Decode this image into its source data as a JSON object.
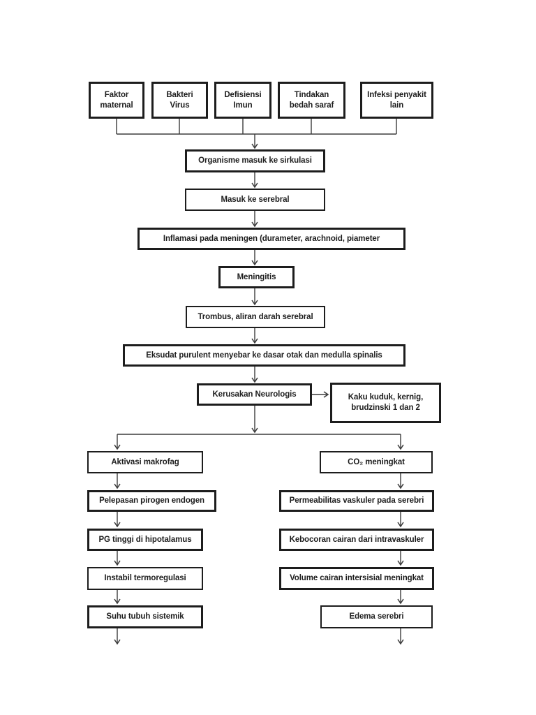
{
  "colors": {
    "page_background": "#ffffff",
    "box_border": "#1d1d1d",
    "text": "#1d1d1d",
    "connector_line": "#3b3b3b"
  },
  "nodes": {
    "faktor_maternal": "Faktor maternal",
    "bakteri_virus": "Bakteri Virus",
    "defisiensi_imun": "Defisiensi Imun",
    "tindakan_bedah_saraf": "Tindakan bedah saraf",
    "infeksi_penyakit_lain": "Infeksi penyakit lain",
    "organisme": "Organisme masuk ke sirkulasi",
    "masuk_serebral": "Masuk ke serebral",
    "inflamasi": "Inflamasi pada meningen (durameter, arachnoid, piameter",
    "meningitis": "Meningitis",
    "trombus": "Trombus, aliran darah serebral",
    "eksudat": "Eksudat purulent menyebar ke dasar otak dan medulla spinalis",
    "kerusakan_neurologis": "Kerusakan Neurologis",
    "kaku_kuduk": "Kaku kuduk, kernig, brudzinski 1 dan 2",
    "aktivasi_makrofag": "Aktivasi makrofag",
    "pelepasan_pirogen": "Pelepasan pirogen endogen",
    "pg_tinggi": "PG tinggi di hipotalamus",
    "instabil_termoregulasi": "Instabil termoregulasi",
    "suhu_tubuh": "Suhu tubuh sistemik",
    "co2_meningkat": "CO₂ meningkat",
    "permeabilitas": "Permeabilitas vaskuler pada serebri",
    "kebocoran": "Kebocoran cairan dari intravaskuler",
    "volume_cairan": "Volume cairan intersisial meningkat",
    "edema_serebri": "Edema serebri"
  },
  "connections": [
    {
      "from": "faktor_maternal",
      "to": "organisme"
    },
    {
      "from": "bakteri_virus",
      "to": "organisme"
    },
    {
      "from": "defisiensi_imun",
      "to": "organisme"
    },
    {
      "from": "tindakan_bedah_saraf",
      "to": "organisme"
    },
    {
      "from": "infeksi_penyakit_lain",
      "to": "organisme"
    },
    {
      "from": "organisme",
      "to": "masuk_serebral"
    },
    {
      "from": "masuk_serebral",
      "to": "inflamasi"
    },
    {
      "from": "inflamasi",
      "to": "meningitis"
    },
    {
      "from": "meningitis",
      "to": "trombus"
    },
    {
      "from": "trombus",
      "to": "eksudat"
    },
    {
      "from": "eksudat",
      "to": "kerusakan_neurologis"
    },
    {
      "from": "kerusakan_neurologis",
      "to": "kaku_kuduk"
    },
    {
      "from": "kerusakan_neurologis",
      "to": "aktivasi_makrofag"
    },
    {
      "from": "kerusakan_neurologis",
      "to": "co2_meningkat"
    },
    {
      "from": "aktivasi_makrofag",
      "to": "pelepasan_pirogen"
    },
    {
      "from": "pelepasan_pirogen",
      "to": "pg_tinggi"
    },
    {
      "from": "pg_tinggi",
      "to": "instabil_termoregulasi"
    },
    {
      "from": "instabil_termoregulasi",
      "to": "suhu_tubuh"
    },
    {
      "from": "suhu_tubuh",
      "to": null
    },
    {
      "from": "co2_meningkat",
      "to": "permeabilitas"
    },
    {
      "from": "permeabilitas",
      "to": "kebocoran"
    },
    {
      "from": "kebocoran",
      "to": "volume_cairan"
    },
    {
      "from": "volume_cairan",
      "to": "edema_serebri"
    },
    {
      "from": "edema_serebri",
      "to": null
    }
  ]
}
